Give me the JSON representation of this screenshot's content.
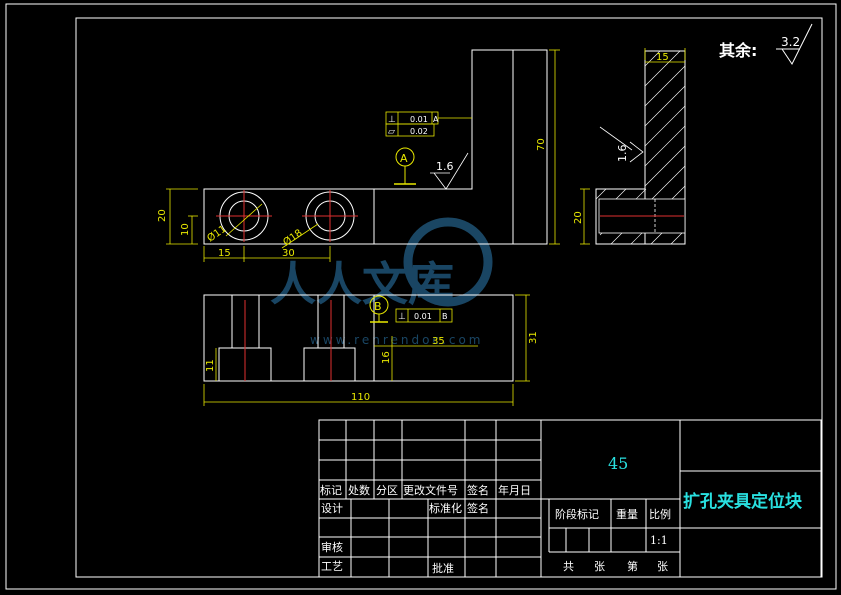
{
  "roughness_note": {
    "label": "其余:",
    "value": "3.2"
  },
  "front_view": {
    "gdt_rows": [
      {
        "symbol": "⊥",
        "tolerance": "0.01",
        "datum": "A"
      },
      {
        "symbol": "▱",
        "tolerance": "0.02",
        "datum": ""
      }
    ],
    "datum_label": "A",
    "roughness": "1.6",
    "dims": {
      "height_total": "70",
      "height_base": "20",
      "hole_offset_v": "10",
      "hole_offset_h": "15",
      "hole_spacing": "30",
      "hole_small_dia": "Ø11",
      "hole_large_dia": "Ø18"
    }
  },
  "side_view": {
    "width": "15",
    "height": "20",
    "roughness": "1.6"
  },
  "bottom_view": {
    "datum_label": "B",
    "gdt_rows": [
      {
        "symbol": "⊥",
        "tolerance": "0.01",
        "datum": "B"
      }
    ],
    "dims": {
      "length_total": "110",
      "height": "31",
      "step_height": "16",
      "step_offset": "35",
      "counterbore_depth": "11"
    }
  },
  "watermark": {
    "text": "人人文库",
    "url": "www.renrendoc.com"
  },
  "title_block": {
    "material": "45",
    "part_name": "扩孔夹具定位块",
    "headers": [
      "标记",
      "处数",
      "分区",
      "更改文件号",
      "签名",
      "年月日"
    ],
    "roles": {
      "design": "设计",
      "standardization": "标准化",
      "signature": "签名",
      "review": "审核",
      "process": "工艺",
      "approval": "批准"
    },
    "stage_mark": "阶段标记",
    "weight": "重量",
    "scale_label": "比例",
    "scale_value": "1:1",
    "sheets_total": "共",
    "sheet_unit_1": "张",
    "sheet_current": "第",
    "sheet_unit_2": "张"
  }
}
